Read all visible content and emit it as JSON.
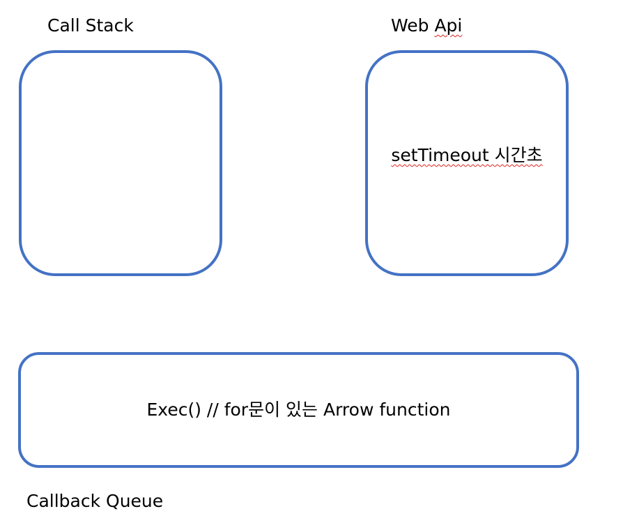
{
  "call_stack": {
    "title": "Call Stack",
    "content": ""
  },
  "web_api": {
    "title_prefix": "Web ",
    "title_squiggle": "Api",
    "content": "setTimeout 시간초"
  },
  "callback_queue": {
    "title": "Callback Queue",
    "content": "Exec() // for문이 있는 Arrow function"
  },
  "colors": {
    "box_border": "#4472C4",
    "spellcheck_underline": "#e02020"
  }
}
